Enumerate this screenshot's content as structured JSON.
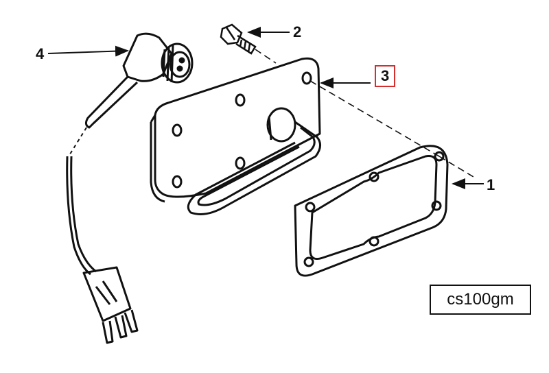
{
  "diagram": {
    "callouts": [
      {
        "id": "1",
        "label": "1"
      },
      {
        "id": "2",
        "label": "2"
      },
      {
        "id": "3",
        "label": "3",
        "highlighted": true
      },
      {
        "id": "4",
        "label": "4"
      }
    ],
    "reference_code": "cs100gm",
    "colors": {
      "line": "#111111",
      "highlight": "#d32f2f",
      "background": "#ffffff"
    }
  }
}
